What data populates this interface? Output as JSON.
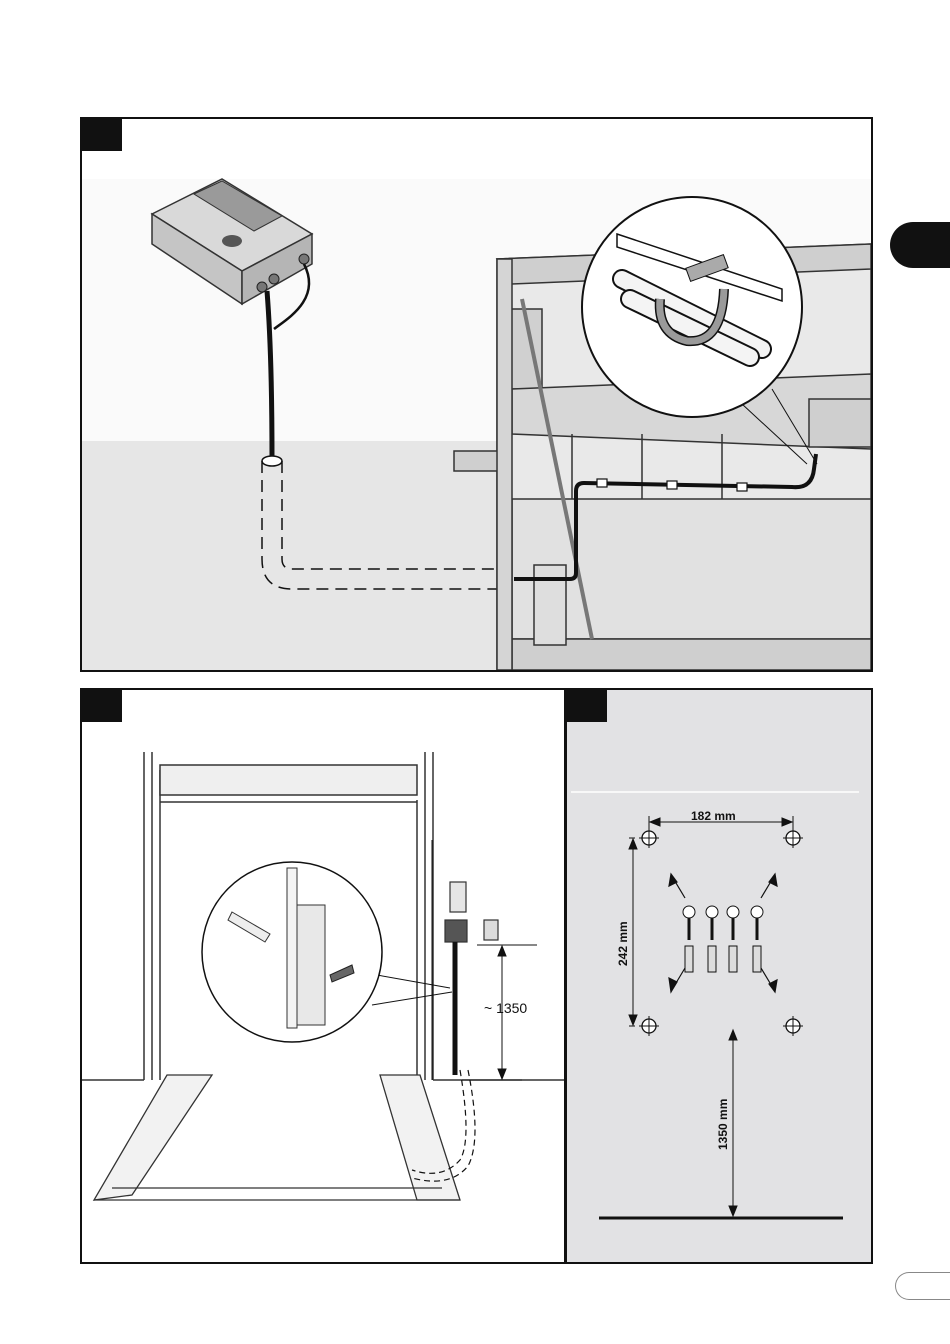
{
  "figure_3": {
    "dims": {
      "height_label": "~ 1350"
    }
  },
  "figure_4": {
    "dims": {
      "width_label": "182 mm",
      "height_label": "242 mm",
      "floor_label": "1350 mm"
    }
  },
  "colors": {
    "line": "#111111",
    "floor_gray": "#e6e6e6",
    "panel_gray": "#e2e2e4"
  }
}
